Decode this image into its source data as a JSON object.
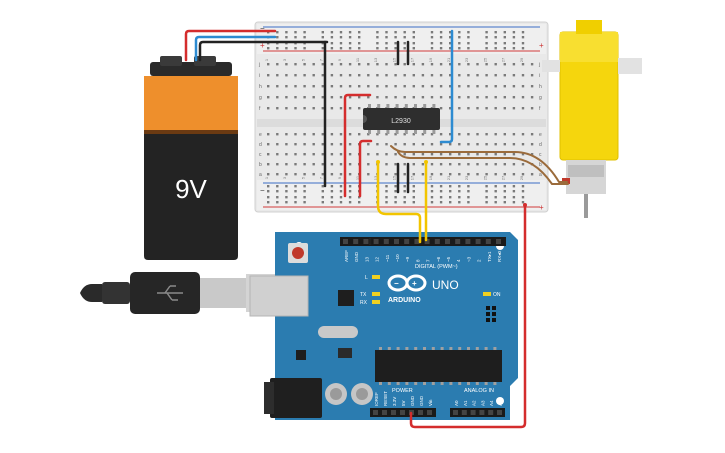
{
  "battery": {
    "label": "9V"
  },
  "chip": {
    "label": "L2930"
  },
  "arduino": {
    "brand": "ARDUINO",
    "model": "UNO",
    "on_label": "ON",
    "digital_label": "DIGITAL (PWM~)",
    "power_label": "POWER",
    "analog_label": "ANALOG IN",
    "led_labels": [
      "L",
      "TX",
      "RX"
    ],
    "digital_pins": [
      "AREF",
      "GND",
      "13",
      "12",
      "~11",
      "~10",
      "~9",
      "8",
      "7",
      "~6",
      "~5",
      "4",
      "~3",
      "2",
      "TX▸1",
      "RX◂0"
    ],
    "power_pins": [
      "IOREF",
      "RESET",
      "3.3V",
      "5V",
      "GND",
      "GND",
      "Vin"
    ],
    "analog_pins": [
      "A0",
      "A1",
      "A2",
      "A3",
      "A4",
      "A5"
    ]
  },
  "breadboard": {
    "row_letters_top": [
      "j",
      "i",
      "h",
      "g",
      "f"
    ],
    "row_letters_bottom": [
      "e",
      "d",
      "c",
      "b",
      "a"
    ],
    "column_numbers": [
      "1",
      "3",
      "5",
      "7",
      "9",
      "11",
      "13",
      "15",
      "17",
      "19",
      "21",
      "23",
      "25",
      "27",
      "29"
    ]
  },
  "colors": {
    "battery_top": "#ee8f2c",
    "battery_body": "#232323",
    "board_blue": "#2b7cb0",
    "wire_red": "#d42d2d",
    "wire_blue": "#2d8bd1",
    "wire_black": "#222222",
    "wire_yellow": "#f2c500",
    "wire_brown": "#9b6b3b",
    "motor_yellow": "#f5d60d"
  }
}
